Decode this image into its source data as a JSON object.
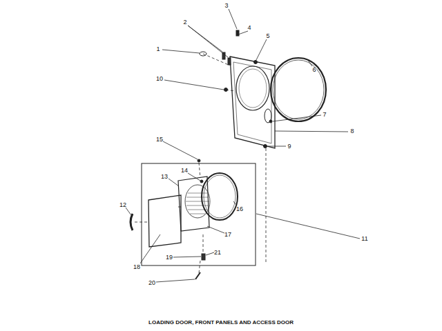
{
  "diagram": {
    "caption": "LOADING DOOR, FRONT PANELS AND ACCESS DOOR",
    "labels": [
      "1",
      "2",
      "3",
      "4",
      "5",
      "6",
      "7",
      "8",
      "9",
      "10",
      "11",
      "12",
      "13",
      "14",
      "15",
      "16",
      "17",
      "18",
      "19",
      "20",
      "21"
    ]
  }
}
